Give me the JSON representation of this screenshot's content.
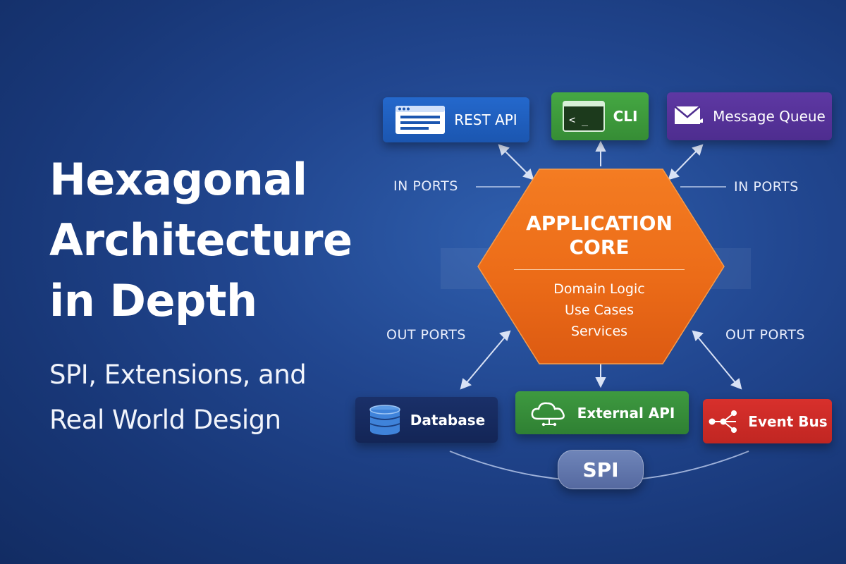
{
  "title": {
    "lines": [
      "Hexagonal",
      "Architecture",
      "in Depth"
    ]
  },
  "subtitle": {
    "lines": [
      "SPI, Extensions, and",
      "Real World Design"
    ]
  },
  "core": {
    "title_lines": [
      "APPLICATION",
      "CORE"
    ],
    "items": [
      "Domain Logic",
      "Use Cases",
      "Services"
    ]
  },
  "ports": {
    "in_left": "IN PORTS",
    "in_right": "IN PORTS",
    "out_left": "OUT PORTS",
    "out_right": "OUT PORTS"
  },
  "adapters": {
    "rest_api": {
      "label": "REST API",
      "icon": "browser-window-icon",
      "color": "#1f5fc2"
    },
    "cli": {
      "label": "CLI",
      "icon": "terminal-icon",
      "color": "#3c9a3a"
    },
    "message_queue": {
      "label": "Message Queue",
      "icon": "envelope-icon",
      "color": "#57339a"
    },
    "database": {
      "label": "Database",
      "icon": "database-icon",
      "color": "#15295e"
    },
    "external_api": {
      "label": "External API",
      "icon": "cloud-icon",
      "color": "#388e3c"
    },
    "event_bus": {
      "label": "Event Bus",
      "icon": "network-nodes-icon",
      "color": "#cf2a27"
    }
  },
  "spi": {
    "label": "SPI"
  },
  "colors": {
    "background": "#1f4590",
    "core": "#ea6a18"
  }
}
